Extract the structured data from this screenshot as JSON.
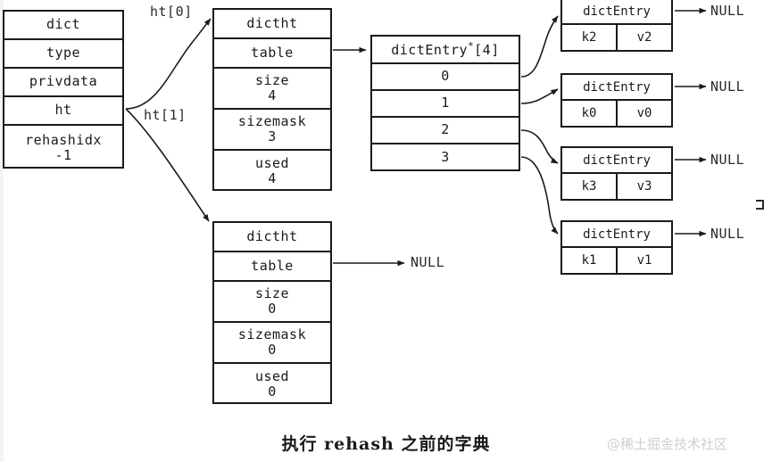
{
  "diagram": {
    "caption": "执行 rehash 之前的字典",
    "watermark": "@稀土掘金技术社区",
    "ink_color": "#1a1a1a",
    "background_color": "#ffffff"
  },
  "dict": {
    "title": "dict",
    "fields": [
      {
        "name": "type",
        "value": ""
      },
      {
        "name": "privdata",
        "value": ""
      },
      {
        "name": "ht",
        "value": ""
      },
      {
        "name": "rehashidx",
        "value": "-1"
      }
    ]
  },
  "pointer_labels": {
    "ht0": "ht[0]",
    "ht1": "ht[1]"
  },
  "dictht0": {
    "title": "dictht",
    "rows": [
      {
        "name": "table",
        "value": ""
      },
      {
        "name": "size",
        "value": "4"
      },
      {
        "name": "sizemask",
        "value": "3"
      },
      {
        "name": "used",
        "value": "4"
      }
    ]
  },
  "dictht1": {
    "title": "dictht",
    "rows": [
      {
        "name": "table",
        "value": ""
      },
      {
        "name": "size",
        "value": "0"
      },
      {
        "name": "sizemask",
        "value": "0"
      },
      {
        "name": "used",
        "value": "0"
      }
    ],
    "table_target": "NULL"
  },
  "bucket_array": {
    "title": "dictEntry",
    "title_superscript": "*",
    "title_suffix": "[4]",
    "indices": [
      "0",
      "1",
      "2",
      "3"
    ]
  },
  "entries": [
    {
      "title": "dictEntry",
      "key": "k2",
      "value": "v2",
      "next": "NULL",
      "bucket": "0"
    },
    {
      "title": "dictEntry",
      "key": "k0",
      "value": "v0",
      "next": "NULL",
      "bucket": "1"
    },
    {
      "title": "dictEntry",
      "key": "k3",
      "value": "v3",
      "next": "NULL",
      "bucket": "2"
    },
    {
      "title": "dictEntry",
      "key": "k1",
      "value": "v1",
      "next": "NULL",
      "bucket": "3"
    }
  ]
}
